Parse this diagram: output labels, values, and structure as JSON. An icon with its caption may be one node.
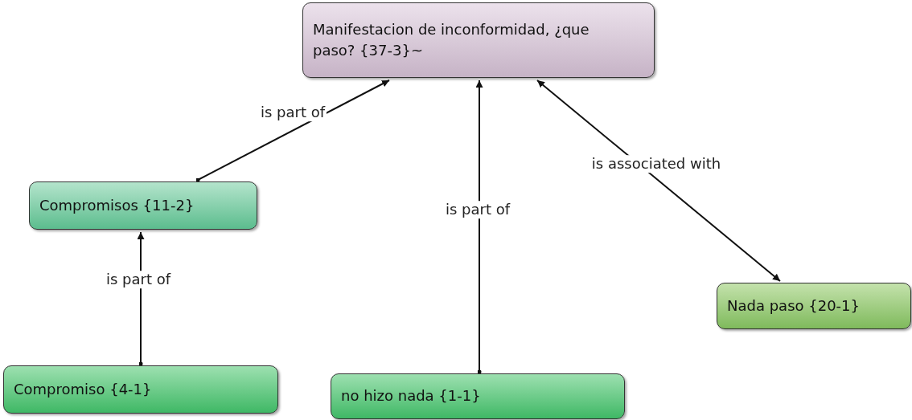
{
  "diagram": {
    "nodes": [
      {
        "text": [
          "Manifestacion de inconformidad, ¿que paso? {37-3}~"
        ]
      },
      {
        "text": [
          "Compromisos {11-2}"
        ]
      },
      {
        "text": [
          "Compromiso {4-1}"
        ]
      },
      {
        "text": [
          "no hizo nada {1-1}"
        ]
      },
      {
        "text": [
          "Nada paso {20-1}"
        ]
      }
    ],
    "edges": [
      {
        "from": 1,
        "to": 0,
        "arrow": "to",
        "label": "is part of"
      },
      {
        "from": 2,
        "to": 1,
        "arrow": "to",
        "label": "is part of"
      },
      {
        "from": 3,
        "to": 0,
        "arrow": "to",
        "label": "is part of"
      },
      {
        "from": 4,
        "to": 0,
        "arrow": "both",
        "label": "is associated with"
      }
    ]
  }
}
